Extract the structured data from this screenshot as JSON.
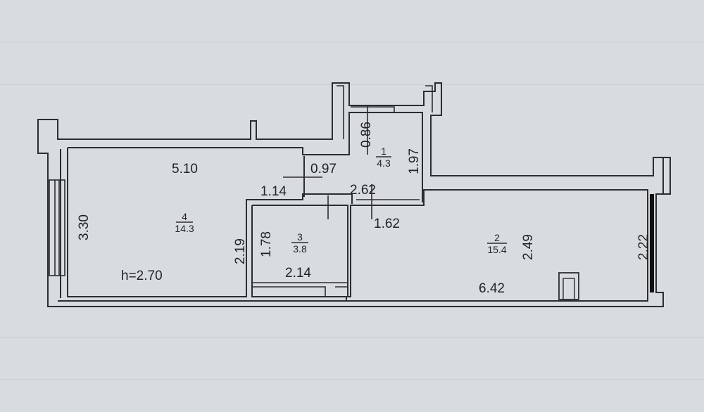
{
  "ceiling_height": "h=2.70",
  "rooms": [
    {
      "number": "4",
      "area": "14.3"
    },
    {
      "number": "1",
      "area": "4.3"
    },
    {
      "number": "3",
      "area": "3.8"
    },
    {
      "number": "2",
      "area": "15.4"
    }
  ],
  "dimensions": {
    "room4_width": "5.10",
    "room4_height": "3.30",
    "corridor_width": "0.97",
    "corridor_step": "1.14",
    "room3_right_height": "2.19",
    "room3_height": "1.78",
    "room3_width": "2.14",
    "room1_top": "0.86",
    "room1_height": "1.97",
    "room1_width": "2.62",
    "room2_step": "1.62",
    "room2_height": "2.49",
    "room2_width": "6.42",
    "window_height": "2.22"
  },
  "colors": {
    "paper": "#d9dcdf",
    "ink": "#2a2d31"
  }
}
